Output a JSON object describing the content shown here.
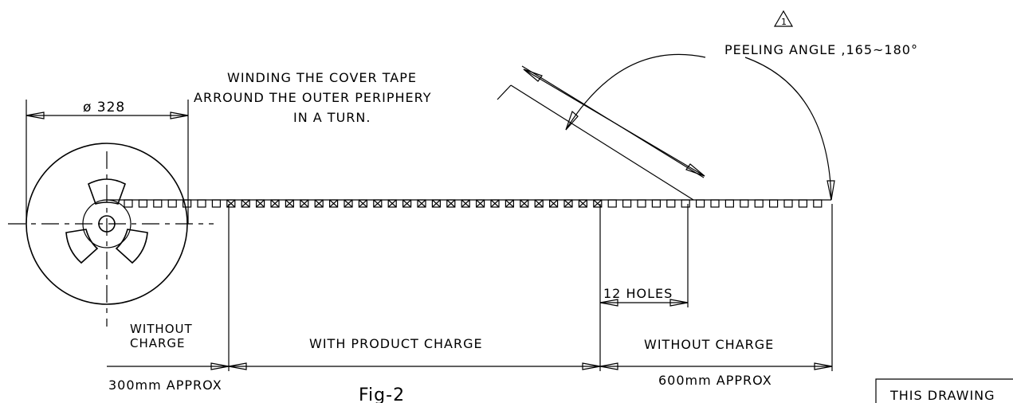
{
  "reel": {
    "diameter_label": "ø 328"
  },
  "winding_note": {
    "line1": "WINDING THE COVER TAPE",
    "line2": "ARROUND THE OUTER PERIPHERY",
    "line3": "IN A TURN."
  },
  "peeling": {
    "symbol": "1",
    "label": "PEELING ANGLE ,165~180°"
  },
  "sections": {
    "leader_without_charge_line1": "WITHOUT",
    "leader_without_charge_line2": "CHARGE",
    "with_product_charge": "WITH PRODUCT CHARGE",
    "trailer_without_charge": "WITHOUT CHARGE",
    "leader_length": "300mm APPROX",
    "trailer_length": "600mm APPROX",
    "holes_label": "12 HOLES"
  },
  "figure_caption": "Fig-2",
  "title_block": {
    "partial_text": "THIS DRAWING"
  }
}
